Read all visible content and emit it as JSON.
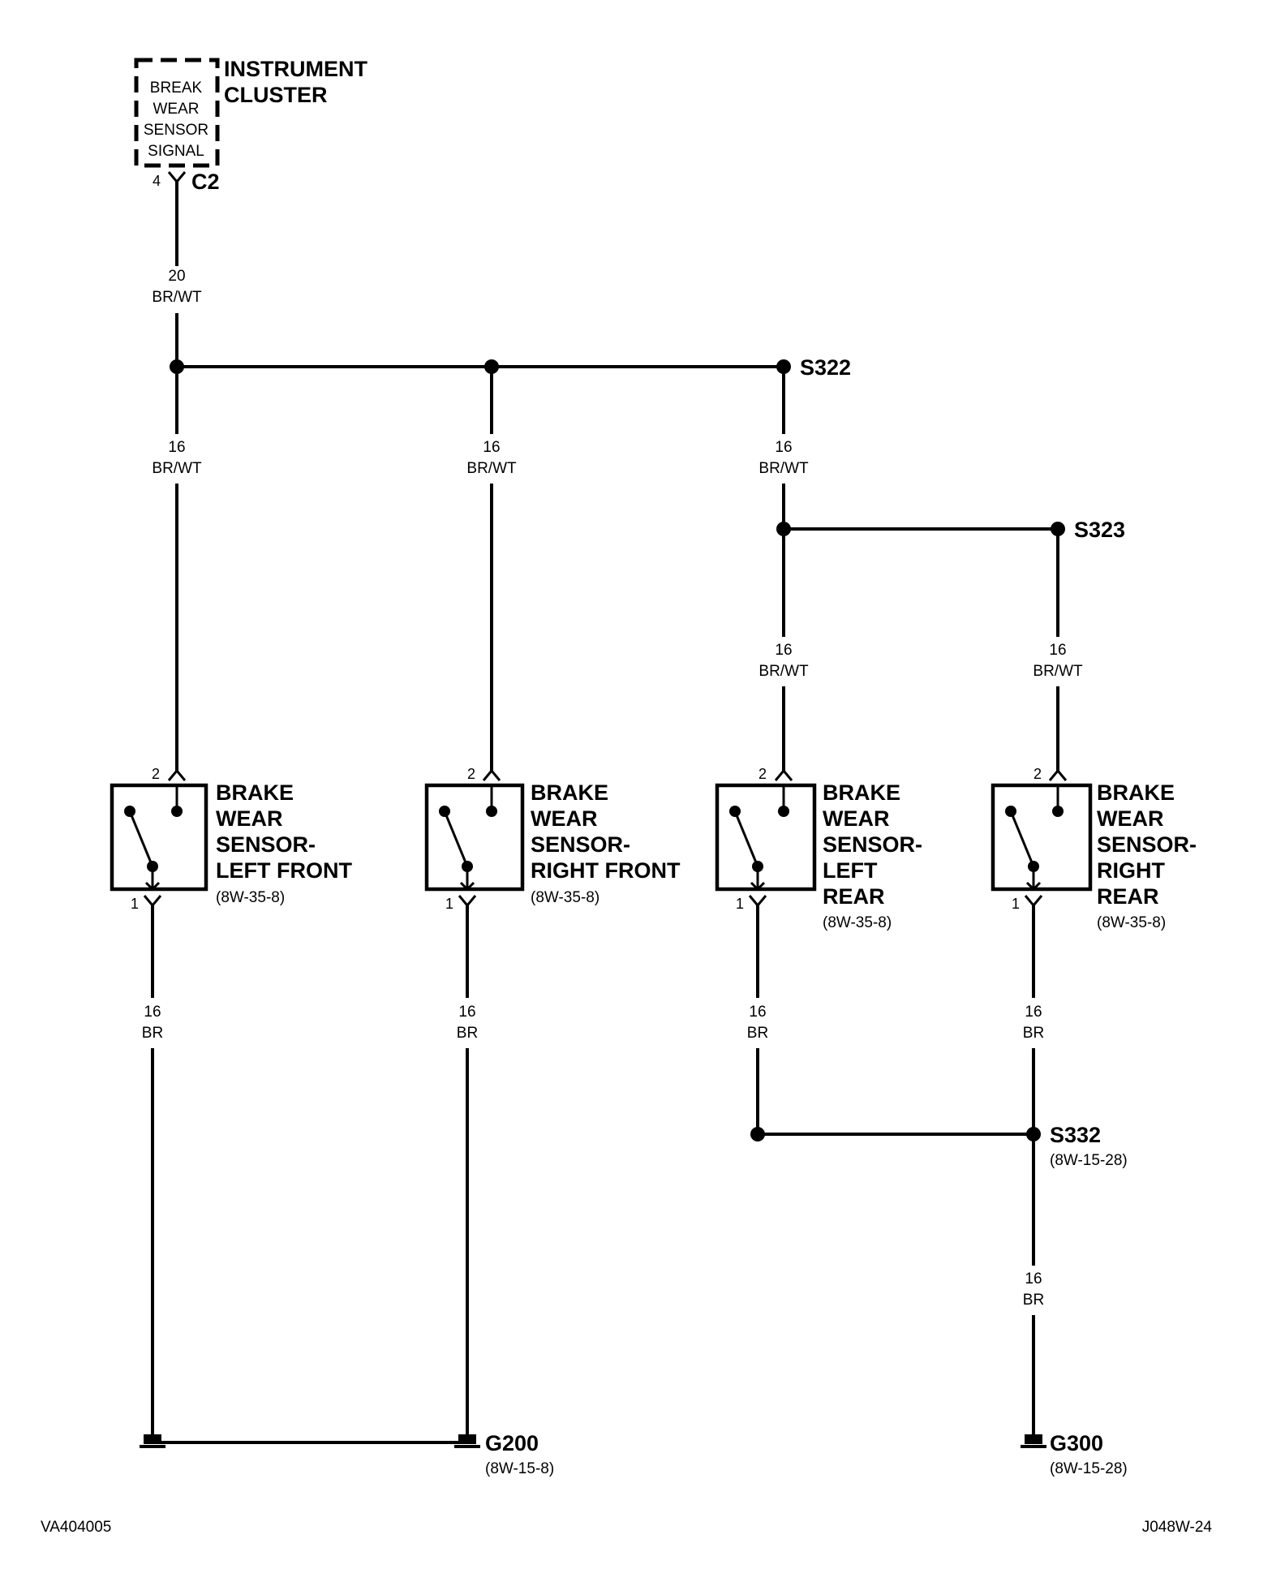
{
  "instrument_cluster": {
    "title": [
      "INSTRUMENT",
      "CLUSTER"
    ],
    "inner_label": [
      "BREAK",
      "WEAR",
      "SENSOR",
      "SIGNAL"
    ],
    "pin": "4",
    "connector": "C2"
  },
  "wires": {
    "main": {
      "gauge": "20",
      "color": "BR/WT"
    },
    "lf_feed": {
      "gauge": "16",
      "color": "BR/WT"
    },
    "rf_feed": {
      "gauge": "16",
      "color": "BR/WT"
    },
    "s322_down": {
      "gauge": "16",
      "color": "BR/WT"
    },
    "lr_feed": {
      "gauge": "16",
      "color": "BR/WT"
    },
    "rr_feed": {
      "gauge": "16",
      "color": "BR/WT"
    },
    "lf_ground": {
      "gauge": "16",
      "color": "BR"
    },
    "rf_ground": {
      "gauge": "16",
      "color": "BR"
    },
    "lr_ground": {
      "gauge": "16",
      "color": "BR"
    },
    "rr_ground": {
      "gauge": "16",
      "color": "BR"
    },
    "s332_ground": {
      "gauge": "16",
      "color": "BR"
    }
  },
  "splices": {
    "s322": {
      "id": "S322"
    },
    "s323": {
      "id": "S323"
    },
    "s332": {
      "id": "S332",
      "ref": "(8W-15-28)"
    }
  },
  "sensors": [
    {
      "label": [
        "BRAKE",
        "WEAR",
        "SENSOR-",
        "LEFT FRONT"
      ],
      "ref": "(8W-35-8)",
      "pin_top": "2",
      "pin_bottom": "1"
    },
    {
      "label": [
        "BRAKE",
        "WEAR",
        "SENSOR-",
        "RIGHT FRONT"
      ],
      "ref": "(8W-35-8)",
      "pin_top": "2",
      "pin_bottom": "1"
    },
    {
      "label": [
        "BRAKE",
        "WEAR",
        "SENSOR-",
        "LEFT",
        "REAR"
      ],
      "ref": "(8W-35-8)",
      "pin_top": "2",
      "pin_bottom": "1"
    },
    {
      "label": [
        "BRAKE",
        "WEAR",
        "SENSOR-",
        "RIGHT",
        "REAR"
      ],
      "ref": "(8W-35-8)",
      "pin_top": "2",
      "pin_bottom": "1"
    }
  ],
  "grounds": {
    "g200": {
      "id": "G200",
      "ref": "(8W-15-8)"
    },
    "g300": {
      "id": "G300",
      "ref": "(8W-15-28)"
    }
  },
  "footer": {
    "left_code": "VA404005",
    "right_code": "J048W-24"
  }
}
